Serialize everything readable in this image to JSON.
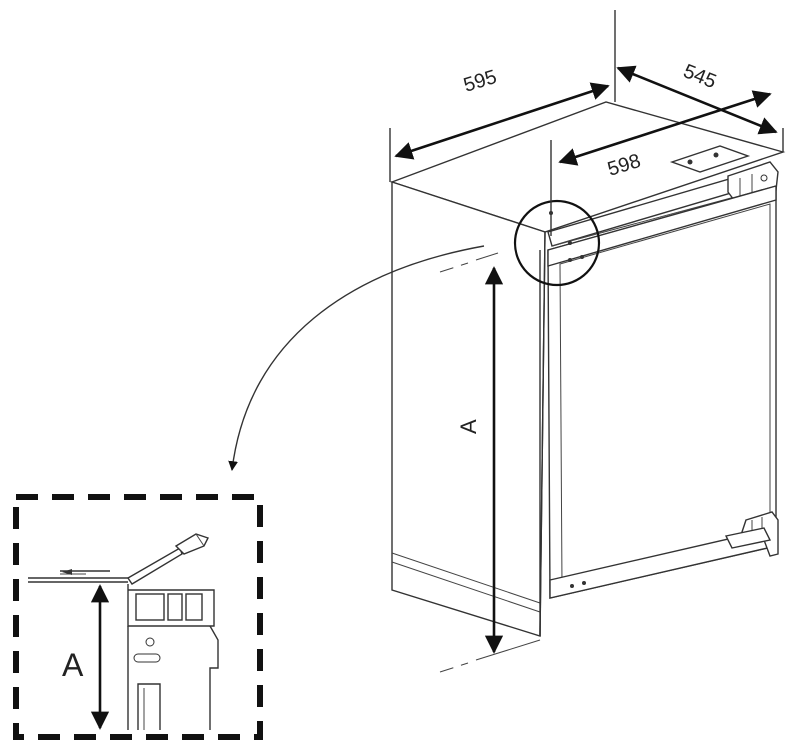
{
  "dimensions": {
    "width": "595",
    "depth": "545",
    "door_width": "598",
    "height_label": "A",
    "detail_label": "A"
  }
}
